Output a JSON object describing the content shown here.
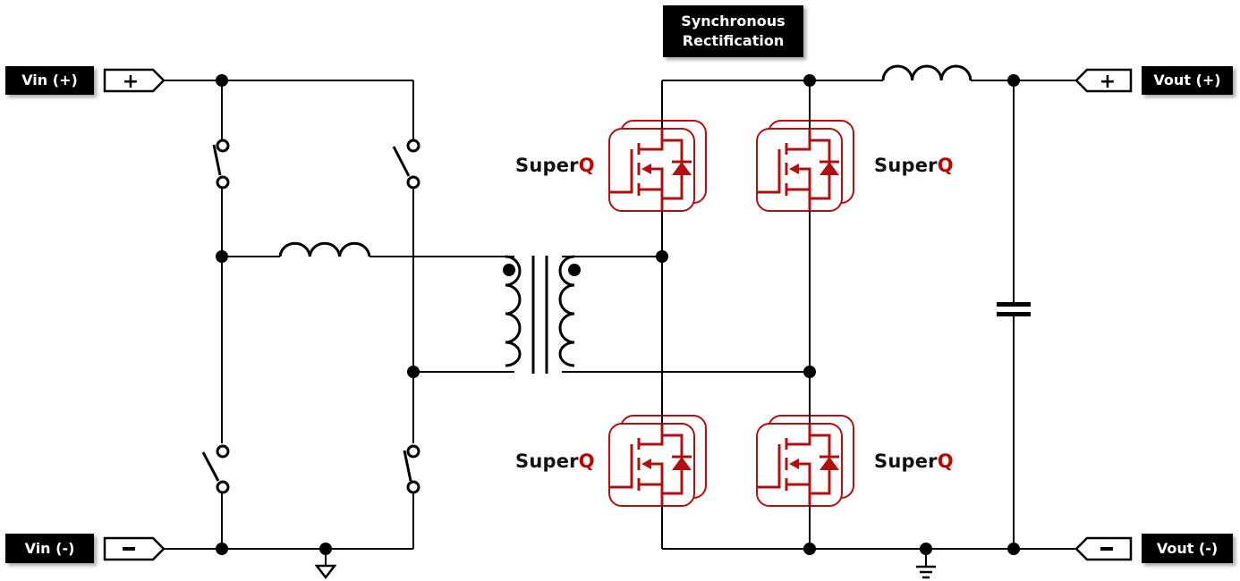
{
  "title_box": {
    "line1": "Synchronous",
    "line2": "Rectification"
  },
  "terminals": {
    "vin_pos": {
      "label": "Vin (+)",
      "sign": "+"
    },
    "vin_neg": {
      "label": "Vin (-)",
      "sign": "–"
    },
    "vout_pos": {
      "label": "Vout (+)",
      "sign": "+"
    },
    "vout_neg": {
      "label": "Vout (-)",
      "sign": "–"
    }
  },
  "mosfets": [
    {
      "id": "q1",
      "brand": "Super",
      "brand_accent": "Q",
      "position": "top-left"
    },
    {
      "id": "q2",
      "brand": "Super",
      "brand_accent": "Q",
      "position": "top-right"
    },
    {
      "id": "q3",
      "brand": "Super",
      "brand_accent": "Q",
      "position": "bottom-left"
    },
    {
      "id": "q4",
      "brand": "Super",
      "brand_accent": "Q",
      "position": "bottom-right"
    }
  ],
  "components": {
    "primary_switches": 4,
    "primary_inductor": "inductor",
    "transformer": "transformer-with-dot-notation",
    "output_inductor": "inductor",
    "output_capacitor": "capacitor",
    "grounds": [
      "signal-ground",
      "earth-ground"
    ]
  },
  "colors": {
    "wire": "#000000",
    "mosfet": "#b01010",
    "label_bg": "#000000",
    "label_text": "#ffffff",
    "brand_accent": "#c00000"
  }
}
